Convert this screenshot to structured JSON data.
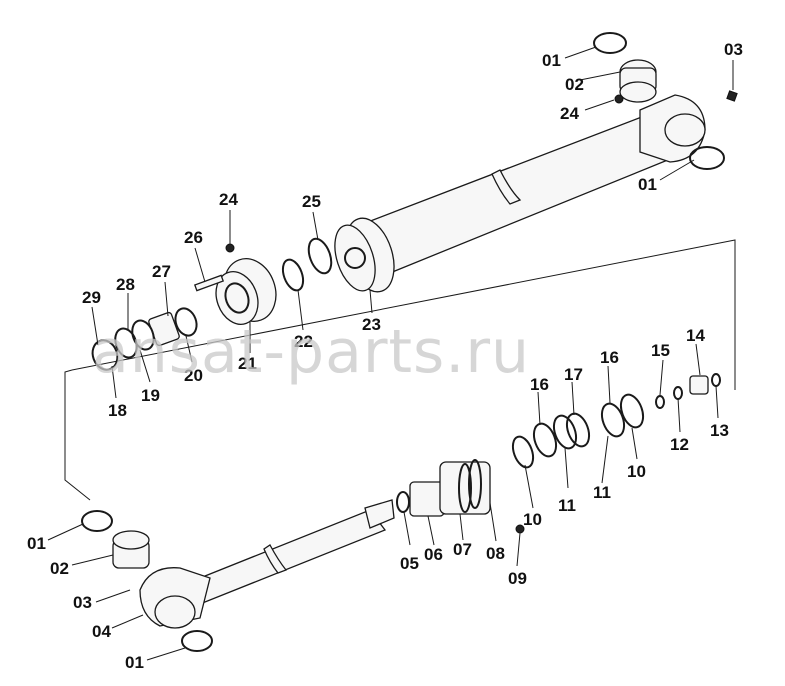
{
  "watermark": "ansat-parts.ru",
  "labels": {
    "top_01a": "01",
    "top_02": "02",
    "top_03": "03",
    "top_24": "24",
    "top_01b": "01",
    "mid_24": "24",
    "mid_25": "25",
    "mid_26": "26",
    "mid_27": "27",
    "mid_28": "28",
    "mid_29": "29",
    "mid_18": "18",
    "mid_19": "19",
    "mid_20": "20",
    "mid_21": "21",
    "mid_22": "22",
    "mid_23": "23",
    "r_15": "15",
    "r_14": "14",
    "r_16a": "16",
    "r_16b": "16",
    "r_17": "17",
    "r_12": "12",
    "r_13": "13",
    "r_10a": "10",
    "r_11a": "11",
    "r_11b": "11",
    "r_10b": "10",
    "b_05": "05",
    "b_06": "06",
    "b_07": "07",
    "b_08": "08",
    "b_09": "09",
    "bl_01a": "01",
    "bl_02": "02",
    "bl_03": "03",
    "bl_04": "04",
    "bl_01b": "01"
  }
}
